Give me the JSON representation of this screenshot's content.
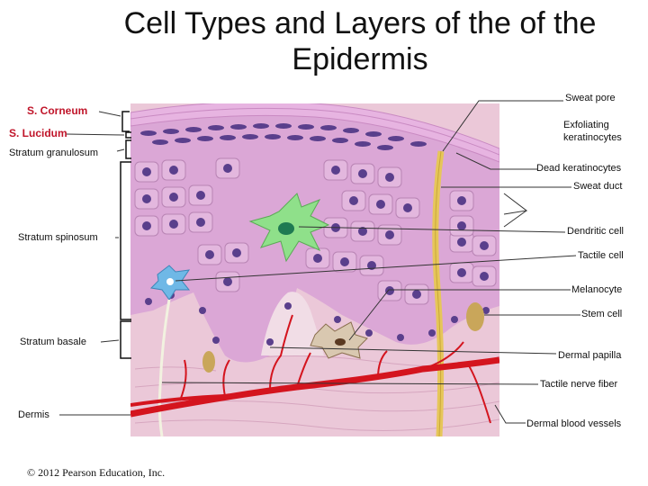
{
  "title": "Cell Types and Layers of the of the Epidermis",
  "left_labels": {
    "corneum": "S. Corneum",
    "lucidum": "S.  Lucidum",
    "granulosum": "Stratum granulosum",
    "spinosum": "Stratum spinosum",
    "basale": "Stratum basale",
    "dermis": "Dermis"
  },
  "right_labels": {
    "sweat_pore": "Sweat pore",
    "exfoliating_1": "Exfoliating",
    "exfoliating_2": "keratinocytes",
    "dead_keratinocytes": "Dead keratinocytes",
    "sweat_duct": "Sweat duct",
    "dendritic_cell": "Dendritic cell",
    "tactile_cell": "Tactile cell",
    "melanocyte": "Melanocyte",
    "stem_cell": "Stem cell",
    "dermal_papilla": "Dermal papilla",
    "tactile_nerve_fiber": "Tactile nerve fiber",
    "dermal_blood_vessels": "Dermal blood vessels"
  },
  "copyright": "© 2012 Pearson Education, Inc.",
  "colors": {
    "label_red": "#c0152a",
    "epidermis": "#dba7d6",
    "corneum": "#e7b4e1",
    "nucleus": "#5a3f8c",
    "dermis": "#ebc8d8",
    "vessel": "#d4141e",
    "duct": "#e6c65a",
    "dendritic": "#8fe08a",
    "tactile": "#6fb8e6"
  }
}
